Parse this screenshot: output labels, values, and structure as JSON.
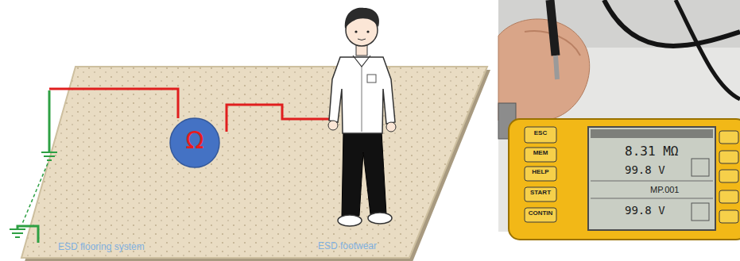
{
  "diagram": {
    "nodes": [
      {
        "text": [
          "ESD flooring system"
        ]
      },
      {
        "text": [
          "Ω"
        ],
        "in": 0
      }
    ],
    "labels": [
      "ESD footwear",
      "ESC",
      "MEM",
      "HELP",
      "START",
      "CONTIN",
      "8.31 MΩ",
      "99.8 V",
      "MP.001",
      "99.8 V"
    ]
  }
}
